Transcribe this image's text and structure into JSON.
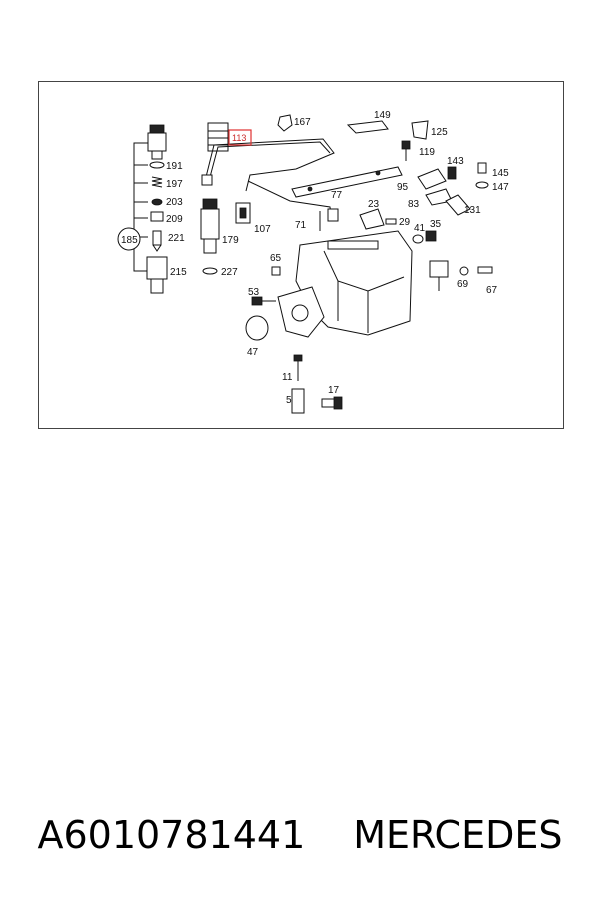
{
  "labels": {
    "l167": "167",
    "l149": "149",
    "l125": "125",
    "l119": "119",
    "l113": "113",
    "l191": "191",
    "l197": "197",
    "l203": "203",
    "l209": "209",
    "l185": "185",
    "l221": "221",
    "l215": "215",
    "l179": "179",
    "l227": "227",
    "l107": "107",
    "l71": "71",
    "l77": "77",
    "l95": "95",
    "l83": "83",
    "l143": "143",
    "l145": "145",
    "l147": "147",
    "l131": "131",
    "l23": "23",
    "l29": "29",
    "l41": "41",
    "l35": "35",
    "l65": "65",
    "l69": "69",
    "l67": "67",
    "l53": "53",
    "l47": "47",
    "l11": "11",
    "l17": "17",
    "l5": "5"
  },
  "highlight_color": "#e03131",
  "caption": {
    "part_number": "A6010781441",
    "brand": "MERCEDES"
  }
}
